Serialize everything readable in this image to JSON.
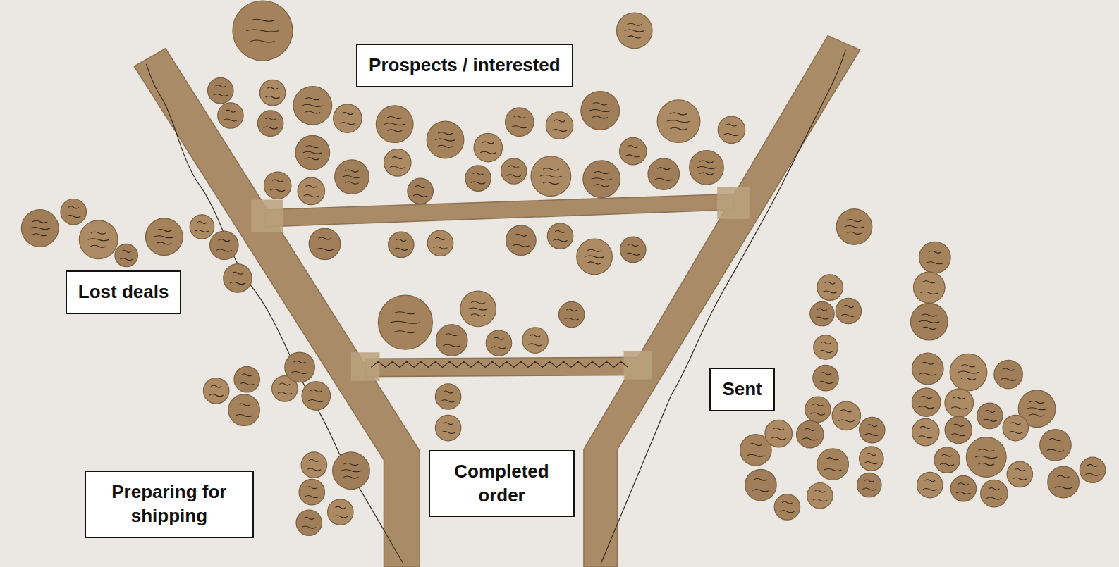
{
  "diagram": {
    "nodes": [
      {
        "text": [
          "Prospects / interested"
        ]
      },
      {
        "text": [
          "Lost deals"
        ]
      },
      {
        "text": [
          "Sent"
        ]
      },
      {
        "text": [
          "Completed order"
        ]
      },
      {
        "text": [
          "Preparing for shipping"
        ]
      }
    ]
  }
}
